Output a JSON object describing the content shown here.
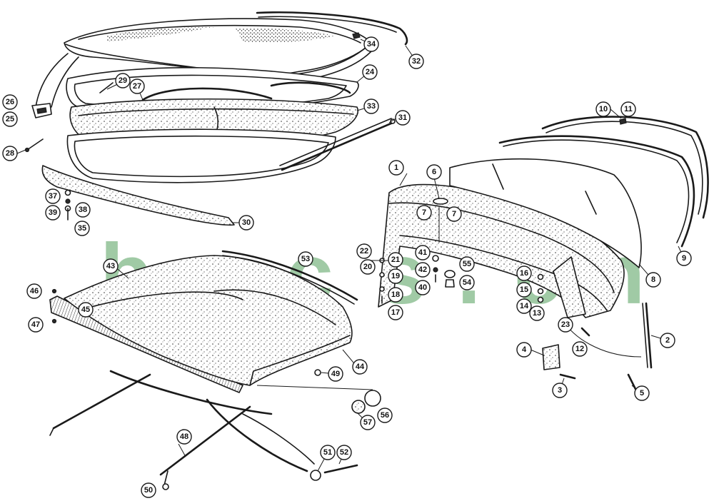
{
  "watermark": {
    "letters": [
      "b",
      "c",
      "c",
      "s",
      ".",
      "c",
      "h"
    ],
    "color": "#2e8b3a"
  },
  "colors": {
    "ink": "#1a1a1a",
    "paper": "#ffffff"
  },
  "callouts": {
    "c1": "1",
    "c2": "2",
    "c3": "3",
    "c4": "4",
    "c5": "5",
    "c6": "6",
    "c7a": "7",
    "c7b": "7",
    "c8": "8",
    "c9": "9",
    "c10": "10",
    "c11": "11",
    "c12": "12",
    "c13": "13",
    "c14": "14",
    "c15": "15",
    "c16": "16",
    "c17": "17",
    "c18": "18",
    "c19": "19",
    "c20": "20",
    "c21": "21",
    "c22": "22",
    "c23": "23",
    "c24": "24",
    "c25": "25",
    "c26": "26",
    "c27": "27",
    "c28": "28",
    "c29": "29",
    "c30": "30",
    "c31": "31",
    "c32": "32",
    "c33": "33",
    "c34": "34",
    "c35": "35",
    "c37": "37",
    "c38": "38",
    "c39": "39",
    "c40": "40",
    "c41": "41",
    "c42": "42",
    "c43": "43",
    "c44": "44",
    "c45": "45",
    "c46": "46",
    "c47": "47",
    "c48": "48",
    "c49": "49",
    "c50": "50",
    "c51": "51",
    "c52": "52",
    "c53": "53",
    "c54": "54",
    "c55": "55",
    "c56": "56",
    "c57": "57"
  }
}
